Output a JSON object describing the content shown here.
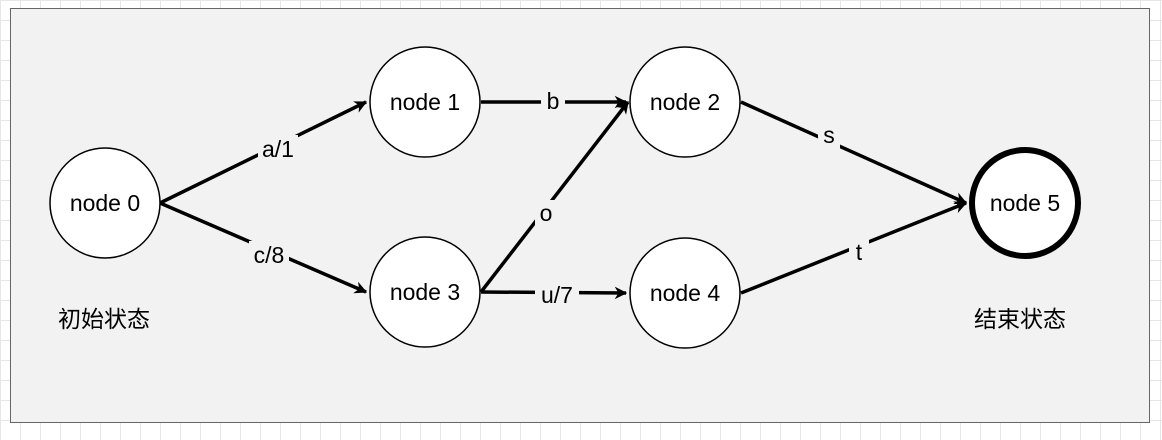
{
  "diagram": {
    "nodes": [
      {
        "id": "n0",
        "label": "node 0"
      },
      {
        "id": "n1",
        "label": "node 1"
      },
      {
        "id": "n2",
        "label": "node 2"
      },
      {
        "id": "n3",
        "label": "node 3"
      },
      {
        "id": "n4",
        "label": "node 4"
      },
      {
        "id": "n5",
        "label": "node 5",
        "final": true
      }
    ],
    "edges": [
      {
        "from": "n0",
        "to": "n1",
        "label": "a/1"
      },
      {
        "from": "n0",
        "to": "n3",
        "label": "c/8"
      },
      {
        "from": "n1",
        "to": "n2",
        "label": "b"
      },
      {
        "from": "n3",
        "to": "n2",
        "label": "o"
      },
      {
        "from": "n3",
        "to": "n4",
        "label": "u/7"
      },
      {
        "from": "n2",
        "to": "n5",
        "label": "s"
      },
      {
        "from": "n4",
        "to": "n5",
        "label": "t"
      }
    ],
    "captions": {
      "initial": "初始状态",
      "final": "结束状态"
    }
  }
}
